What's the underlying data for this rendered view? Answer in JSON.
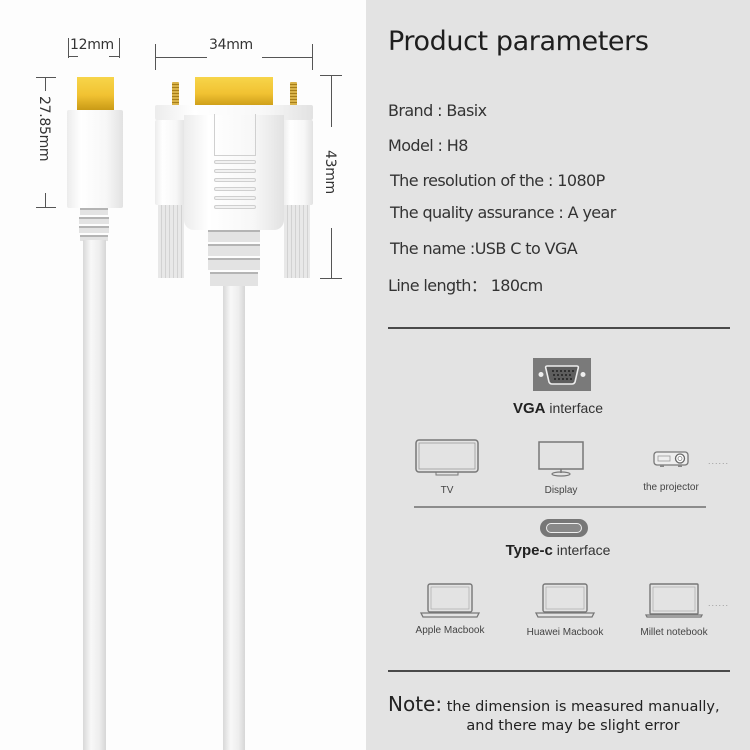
{
  "product_image": {
    "dimensions": {
      "typec_width": "12mm",
      "typec_height": "27.85mm",
      "vga_width": "34mm",
      "vga_height": "43mm"
    }
  },
  "parameters": {
    "title": "Product parameters",
    "items": [
      {
        "label": "Brand : Basix"
      },
      {
        "label": "Model : H8"
      },
      {
        "label": "The resolution of the : 1080P"
      },
      {
        "label": "The quality assurance : A year"
      },
      {
        "label": "The name :USB C to VGA"
      },
      {
        "label": "Line length： 180cm"
      }
    ]
  },
  "vga_section": {
    "label_bold": "VGA",
    "label_rest": " interface",
    "devices": [
      {
        "name": "TV",
        "icon": "tv-icon"
      },
      {
        "name": "Display",
        "icon": "monitor-icon"
      },
      {
        "name": "the projector",
        "icon": "projector-icon"
      }
    ],
    "more": "......"
  },
  "typec_section": {
    "label_bold": "Type-c",
    "label_rest": " interface",
    "devices": [
      {
        "name": "Apple Macbook",
        "icon": "laptop-icon"
      },
      {
        "name": "Huawei Macbook",
        "icon": "laptop-icon"
      },
      {
        "name": "Millet notebook",
        "icon": "laptop-icon"
      }
    ],
    "more": "......"
  },
  "note": {
    "label": "Note:",
    "line1": " the dimension is measured manually,",
    "line2": "and there may be slight error"
  },
  "colors": {
    "right_panel_bg": "#e3e3e3",
    "gold_connector": "#f1c232",
    "vga_port_bg": "#7a7a7a"
  }
}
